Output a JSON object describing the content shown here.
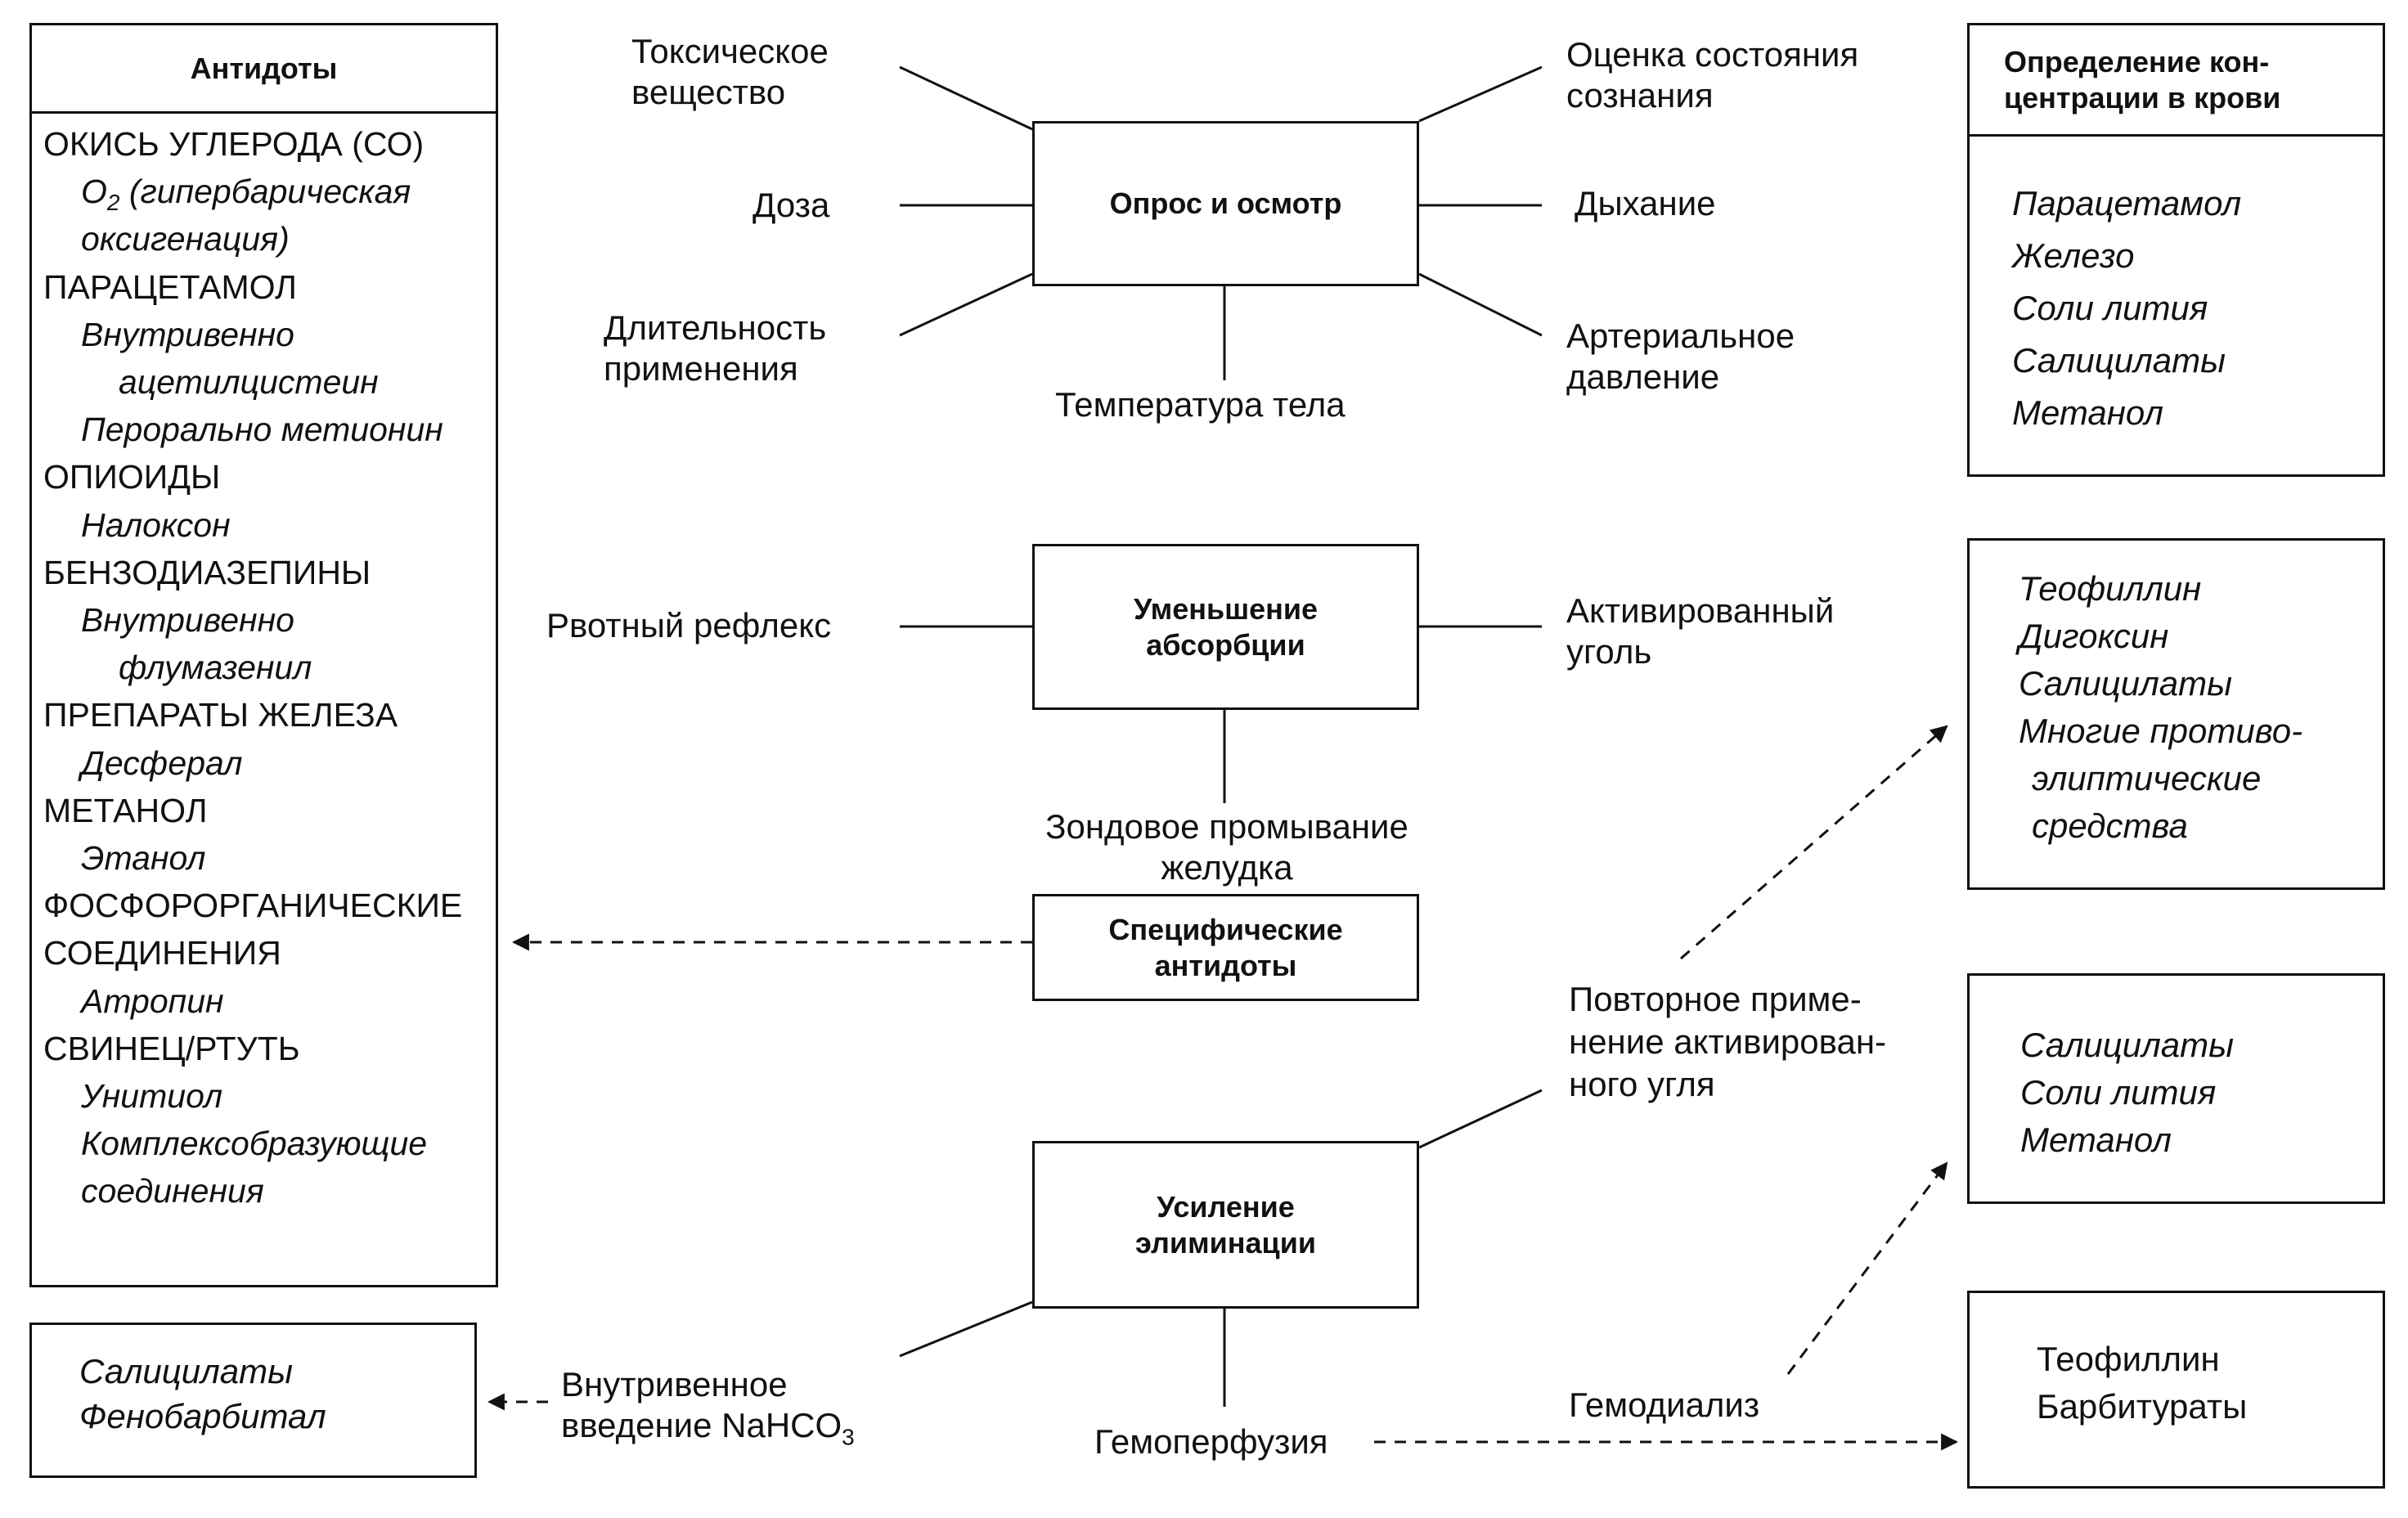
{
  "antidotes": {
    "title": "Антидоты",
    "lines": [
      {
        "text": "ОКИСЬ УГЛЕРОДА (СО)",
        "type": "h"
      },
      {
        "text": "O",
        "sub": "2",
        "rest": " (гипербарическая",
        "type": "i1"
      },
      {
        "text": "оксигенация)",
        "type": "i1"
      },
      {
        "text": "ПАРАЦЕТАМОЛ",
        "type": "h"
      },
      {
        "text": "Внутривенно",
        "type": "i1"
      },
      {
        "text": "ацетилцистеин",
        "type": "i2"
      },
      {
        "text": "Перорально метионин",
        "type": "i1"
      },
      {
        "text": "ОПИОИДЫ",
        "type": "h"
      },
      {
        "text": "Налоксон",
        "type": "i1"
      },
      {
        "text": "БЕНЗОДИАЗЕПИНЫ",
        "type": "h"
      },
      {
        "text": "Внутривенно",
        "type": "i1"
      },
      {
        "text": "флумазенил",
        "type": "i2"
      },
      {
        "text": "ПРЕПАРАТЫ ЖЕЛЕЗА",
        "type": "h"
      },
      {
        "text": "Десферал",
        "type": "i1"
      },
      {
        "text": "МЕТАНОЛ",
        "type": "h"
      },
      {
        "text": "Этанол",
        "type": "i1"
      },
      {
        "text": "ФОСФОРОРГАНИЧЕСКИЕ",
        "type": "h"
      },
      {
        "text": "СОЕДИНЕНИЯ",
        "type": "h"
      },
      {
        "text": "Атропин",
        "type": "i1"
      },
      {
        "text": "СВИНЕЦ/РТУТЬ",
        "type": "h"
      },
      {
        "text": "Унитиол",
        "type": "i1"
      },
      {
        "text": "Комплексобразующие",
        "type": "i1"
      },
      {
        "text": "соединения",
        "type": "i1"
      }
    ]
  },
  "alkalinization_box": {
    "items": [
      "Салицилаты",
      "Фенобарбитал"
    ]
  },
  "blood_concentration": {
    "title_line1": "Определение кон-",
    "title_line2": "центрации в крови",
    "items": [
      "Парацетамол",
      "Железо",
      "Соли лития",
      "Салицилаты",
      "Метанол"
    ]
  },
  "repeat_charcoal_box": {
    "items": [
      "Теофиллин",
      "Дигоксин",
      "Салицилаты",
      "Многие противо-",
      "элиптические",
      "средства"
    ]
  },
  "hemodialysis_box": {
    "items": [
      "Салицилаты",
      "Соли лития",
      "Метанол"
    ]
  },
  "hemoperfusion_box": {
    "items": [
      "Теофиллин",
      "Барбитураты"
    ]
  },
  "nodes": {
    "exam": "Опрос и осмотр",
    "absorption_line1": "Уменьшение",
    "absorption_line2": "абсорбции",
    "specific_line1": "Специфические",
    "specific_line2": "антидоты",
    "elimination_line1": "Усиление",
    "elimination_line2": "элиминации"
  },
  "labels": {
    "toxic_line1": "Токсическое",
    "toxic_line2": "вещество",
    "dose": "Доза",
    "duration_line1": "Длительность",
    "duration_line2": "применения",
    "temperature": "Температура тела",
    "consciousness_line1": "Оценка состояния",
    "consciousness_line2": "сознания",
    "breathing": "Дыхание",
    "bp_line1": "Артериальное",
    "bp_line2": "давление",
    "gag_reflex": "Рвотный рефлекс",
    "charcoal_line1": "Активированный",
    "charcoal_line2": "уголь",
    "lavage_line1": "Зондовое промывание",
    "lavage_line2": "желудка",
    "repeat_line1": "Повторное приме-",
    "repeat_line2": "нение активирован-",
    "repeat_line3": "ного угля",
    "iv_line1": "Внутривенное",
    "iv_line2": "введение NaHCO",
    "iv_sub": "3",
    "hemodialysis": "Гемодиализ",
    "hemoperfusion": "Гемоперфузия"
  }
}
